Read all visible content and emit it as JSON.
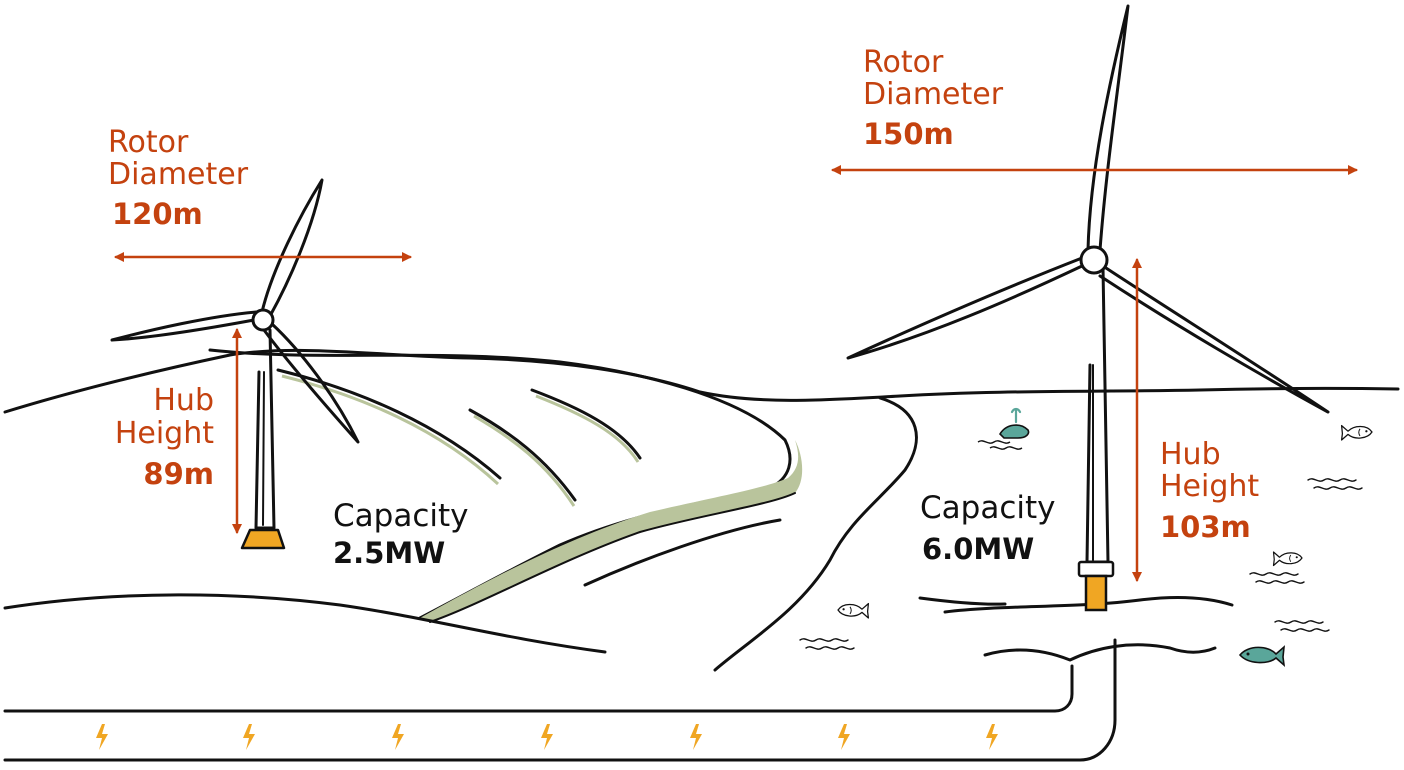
{
  "colors": {
    "accent": "#c4420f",
    "ink": "#111111",
    "sand": "#b9c49c",
    "base": "#f0a623",
    "fish": "#5aa69a"
  },
  "onshore": {
    "rotor_label_line1": "Rotor",
    "rotor_label_line2": "Diameter",
    "rotor_value": "120m",
    "hub_label_line1": "Hub",
    "hub_label_line2": "Height",
    "hub_value": "89m",
    "capacity_label": "Capacity",
    "capacity_value": "2.5MW"
  },
  "offshore": {
    "rotor_label_line1": "Rotor",
    "rotor_label_line2": "Diameter",
    "rotor_value": "150m",
    "hub_label_line1": "Hub",
    "hub_label_line2": "Height",
    "hub_value": "103m",
    "capacity_label": "Capacity",
    "capacity_value": "6.0MW"
  },
  "icons": {
    "bolt": "lightning-bolt-icon",
    "fish": "fish-icon",
    "whale": "whale-icon"
  }
}
